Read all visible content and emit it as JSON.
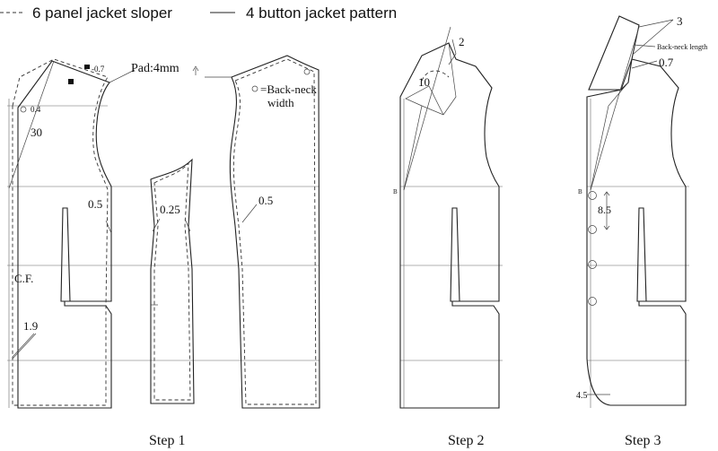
{
  "legend": {
    "dashed_label": "6 panel jacket sloper",
    "solid_label": "4 button jacket pattern"
  },
  "step1": {
    "title": "Step 1",
    "pad_label": "Pad:4mm",
    "back_neck_label_line1": "=Back-neck",
    "back_neck_label_line2": "width",
    "m_neg07": "-0.7",
    "m_04": "0.4",
    "m_30": "30",
    "m_05_front": "0.5",
    "m_025": "0.25",
    "m_05_back": "0.5",
    "m_cf": "C.F.",
    "m_19": "1.9"
  },
  "step2": {
    "title": "Step 2",
    "m_2": "2",
    "m_10": "10",
    "m_B": "B"
  },
  "step3": {
    "title": "Step 3",
    "m_3": "3",
    "back_neck_length": "Back-neck length",
    "m_07": "0.7",
    "m_B": "B",
    "m_85": "8.5",
    "m_45": "4.5"
  }
}
